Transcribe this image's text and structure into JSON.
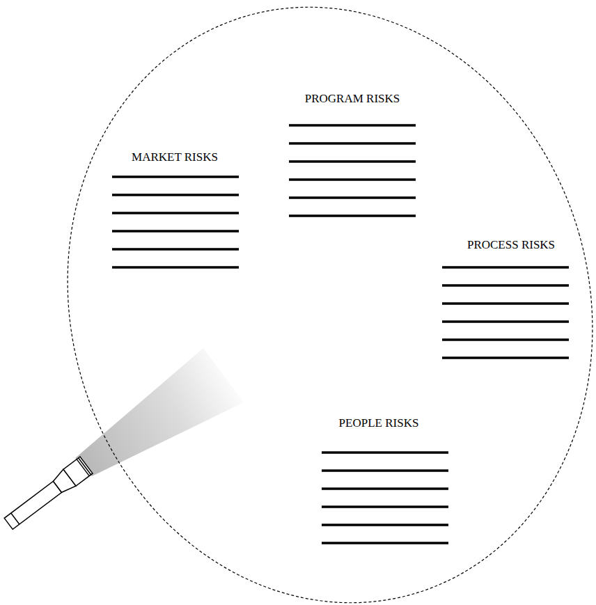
{
  "diagram": {
    "nodes": [
      {
        "text": [
          "PROGRAM RISKS",
          "MARKET RISKS",
          "PROCESS RISKS",
          "PEOPLE RISKS"
        ]
      }
    ]
  }
}
